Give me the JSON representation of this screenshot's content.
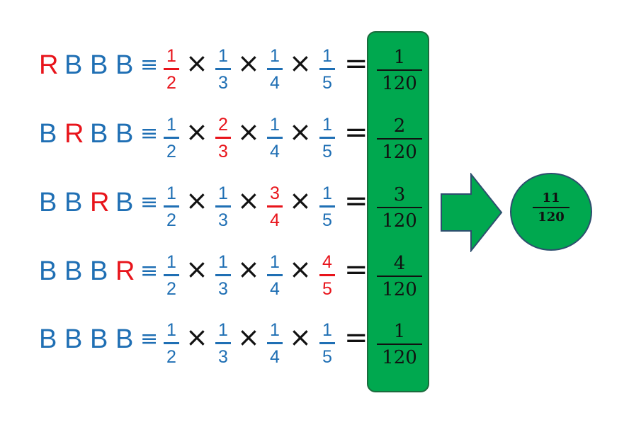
{
  "colors": {
    "blue": "#1f6fb4",
    "red": "#e8141b",
    "green": "#00a84f",
    "dark": "#111111"
  },
  "symbols": {
    "equiv": "≡",
    "times": "×",
    "equals": "="
  },
  "rows": [
    {
      "letters": [
        "R",
        "B",
        "B",
        "B"
      ],
      "red_index": 0,
      "fractions": [
        {
          "num": "1",
          "den": "2"
        },
        {
          "num": "1",
          "den": "3"
        },
        {
          "num": "1",
          "den": "4"
        },
        {
          "num": "1",
          "den": "5"
        }
      ],
      "result": {
        "num": "1",
        "den": "120"
      }
    },
    {
      "letters": [
        "B",
        "R",
        "B",
        "B"
      ],
      "red_index": 1,
      "fractions": [
        {
          "num": "1",
          "den": "2"
        },
        {
          "num": "2",
          "den": "3"
        },
        {
          "num": "1",
          "den": "4"
        },
        {
          "num": "1",
          "den": "5"
        }
      ],
      "result": {
        "num": "2",
        "den": "120"
      }
    },
    {
      "letters": [
        "B",
        "B",
        "R",
        "B"
      ],
      "red_index": 2,
      "fractions": [
        {
          "num": "1",
          "den": "2"
        },
        {
          "num": "1",
          "den": "3"
        },
        {
          "num": "3",
          "den": "4"
        },
        {
          "num": "1",
          "den": "5"
        }
      ],
      "result": {
        "num": "3",
        "den": "120"
      }
    },
    {
      "letters": [
        "B",
        "B",
        "B",
        "R"
      ],
      "red_index": 3,
      "fractions": [
        {
          "num": "1",
          "den": "2"
        },
        {
          "num": "1",
          "den": "3"
        },
        {
          "num": "1",
          "den": "4"
        },
        {
          "num": "4",
          "den": "5"
        }
      ],
      "result": {
        "num": "4",
        "den": "120"
      }
    },
    {
      "letters": [
        "B",
        "B",
        "B",
        "B"
      ],
      "red_index": -1,
      "fractions": [
        {
          "num": "1",
          "den": "2"
        },
        {
          "num": "1",
          "den": "3"
        },
        {
          "num": "1",
          "den": "4"
        },
        {
          "num": "1",
          "den": "5"
        }
      ],
      "result": {
        "num": "1",
        "den": "120"
      }
    }
  ],
  "total": {
    "num": "11",
    "den": "120"
  }
}
